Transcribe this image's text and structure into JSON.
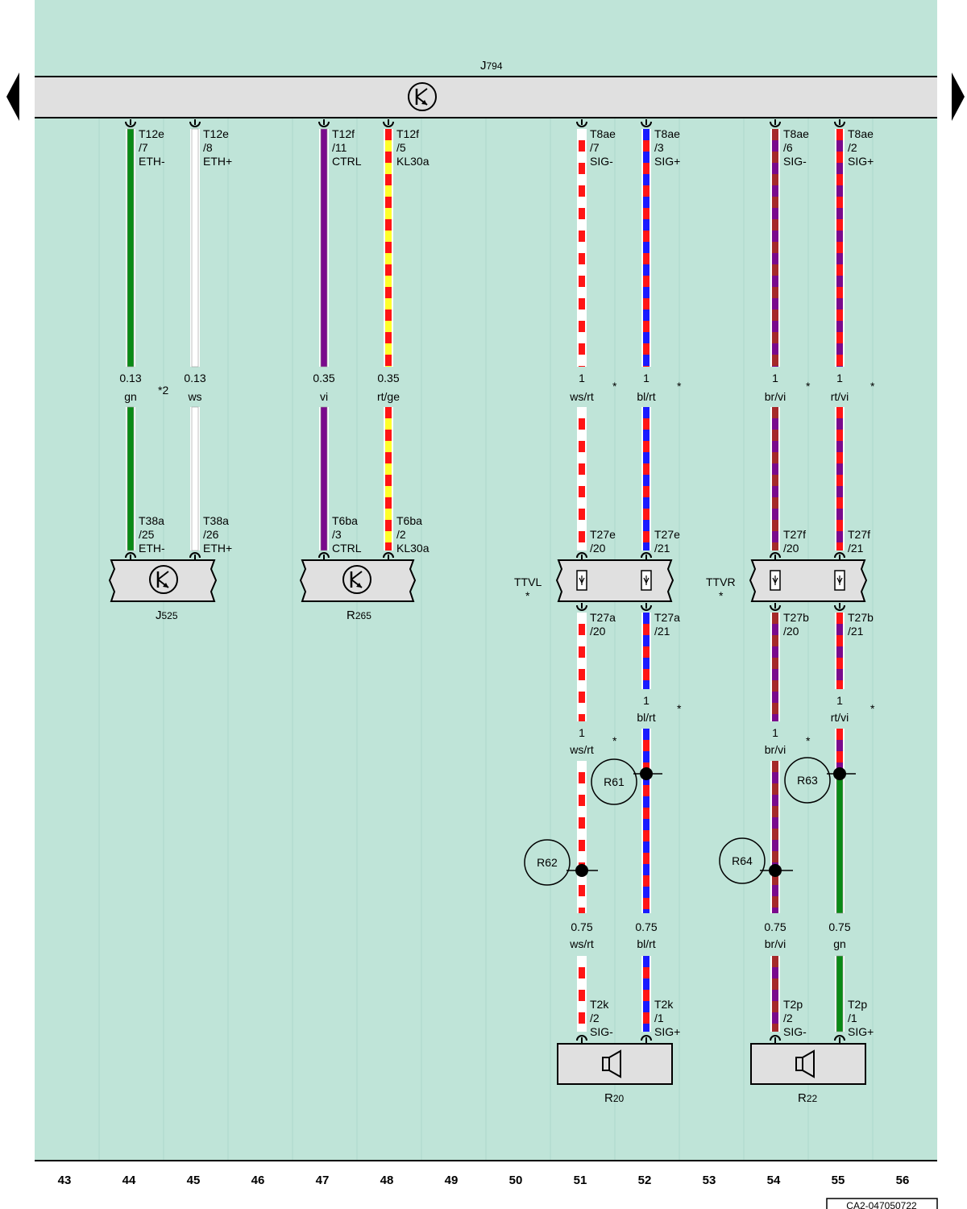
{
  "colors": {
    "background": "#bfe4d8",
    "component_fill": "#e0e0e0",
    "gn": "#098a15",
    "ws": "#ffffff",
    "vi": "#7a0a8c",
    "rt": "#ff1515",
    "ge": "#ffff2a",
    "bl": "#1a1aff",
    "br": "#a5292a"
  },
  "ecu": {
    "name": "J",
    "sub": "794",
    "icon": "transistor-symbol-icon"
  },
  "nav": {
    "left": "left-arrow-icon",
    "right": "right-arrow-icon"
  },
  "components": [
    {
      "id": "j525",
      "name": "J",
      "sub": "525",
      "icon": "transistor-symbol-icon"
    },
    {
      "id": "r265",
      "name": "R",
      "sub": "265",
      "icon": "transistor-symbol-icon"
    },
    {
      "id": "ttvl",
      "label": "TTVL",
      "star": "*",
      "icon": "connector-pin-icon"
    },
    {
      "id": "ttvr",
      "label": "TTVR",
      "star": "*",
      "icon": "connector-pin-icon"
    },
    {
      "id": "r20",
      "name": "R",
      "sub": "20",
      "icon": "speaker-icon"
    },
    {
      "id": "r22",
      "name": "R",
      "sub": "22",
      "icon": "speaker-icon"
    }
  ],
  "wires": [
    {
      "id": "w44",
      "colors": [
        "gn"
      ],
      "top": [
        "T12e",
        "/7",
        "ETH-"
      ],
      "size": "0.13",
      "code": "gn",
      "note": "*2",
      "bottom": [
        "T38a",
        "/25",
        "ETH-"
      ]
    },
    {
      "id": "w45",
      "colors": [
        "ws"
      ],
      "top": [
        "T12e",
        "/8",
        "ETH+"
      ],
      "size": "0.13",
      "code": "ws",
      "note": "",
      "bottom": [
        "T38a",
        "/26",
        "ETH+"
      ]
    },
    {
      "id": "w47",
      "colors": [
        "vi"
      ],
      "top": [
        "T12f",
        "/11",
        "CTRL"
      ],
      "size": "0.35",
      "code": "vi",
      "note": "",
      "bottom": [
        "T6ba",
        "/3",
        "CTRL"
      ]
    },
    {
      "id": "w48",
      "colors": [
        "rt",
        "ge"
      ],
      "top": [
        "T12f",
        "/5",
        "KL30a"
      ],
      "size": "0.35",
      "code": "rt/ge",
      "note": "",
      "bottom": [
        "T6ba",
        "/2",
        "KL30a"
      ]
    },
    {
      "id": "w51",
      "colors": [
        "ws",
        "rt"
      ],
      "top": [
        "T8ae",
        "/7",
        "SIG-"
      ],
      "size": "1",
      "code": "ws/rt",
      "note": "*",
      "bottom": [
        "T27e",
        "/20"
      ]
    },
    {
      "id": "w52",
      "colors": [
        "bl",
        "rt"
      ],
      "top": [
        "T8ae",
        "/3",
        "SIG+"
      ],
      "size": "1",
      "code": "bl/rt",
      "note": "*",
      "bottom": [
        "T27e",
        "/21"
      ]
    },
    {
      "id": "w54",
      "colors": [
        "br",
        "vi"
      ],
      "top": [
        "T8ae",
        "/6",
        "SIG-"
      ],
      "size": "1",
      "code": "br/vi",
      "note": "*",
      "bottom": [
        "T27f",
        "/20"
      ]
    },
    {
      "id": "w55",
      "colors": [
        "rt",
        "vi"
      ],
      "top": [
        "T8ae",
        "/2",
        "SIG+"
      ],
      "size": "1",
      "code": "rt/vi",
      "note": "*",
      "bottom": [
        "T27f",
        "/21"
      ]
    }
  ],
  "lower_wires": [
    {
      "id": "l51",
      "top": [
        "T27a",
        "/20"
      ],
      "mid_size": "1",
      "mid_code": "ws/rt",
      "mid_note": "*",
      "size": "0.75",
      "code": "ws/rt",
      "bottom": [
        "T2k",
        "/2",
        "SIG-"
      ]
    },
    {
      "id": "l52",
      "top": [
        "T27a",
        "/21"
      ],
      "mid_size": "1",
      "mid_code": "bl/rt",
      "mid_note": "*",
      "size": "0.75",
      "code": "bl/rt",
      "bottom": [
        "T2k",
        "/1",
        "SIG+"
      ]
    },
    {
      "id": "l54",
      "top": [
        "T27b",
        "/20"
      ],
      "mid_size": "1",
      "mid_code": "br/vi",
      "mid_note": "*",
      "size": "0.75",
      "code": "br/vi",
      "bottom": [
        "T2p",
        "/2",
        "SIG-"
      ]
    },
    {
      "id": "l55",
      "top": [
        "T27b",
        "/21"
      ],
      "mid_size": "1",
      "mid_code": "rt/vi",
      "mid_note": "*",
      "size": "0.75",
      "code": "gn",
      "bottom": [
        "T2p",
        "/1",
        "SIG+"
      ]
    }
  ],
  "splices": [
    "R61",
    "R62",
    "R63",
    "R64"
  ],
  "columns": [
    "43",
    "44",
    "45",
    "46",
    "47",
    "48",
    "49",
    "50",
    "51",
    "52",
    "53",
    "54",
    "55",
    "56"
  ],
  "doc_id": "CA2-047050722"
}
